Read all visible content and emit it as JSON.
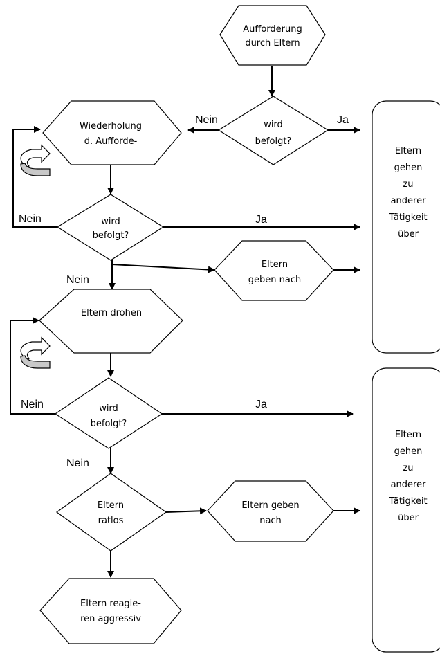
{
  "nodes": {
    "start": [
      "Aufforderung",
      "durch Eltern"
    ],
    "decision1": [
      "wird",
      "befolgt?"
    ],
    "repeat": [
      "Wiederholung",
      "d. Aufforde-"
    ],
    "decision2": [
      "wird",
      "befolgt?"
    ],
    "give_in1": [
      "Eltern",
      "geben nach"
    ],
    "threaten": [
      "Eltern drohen"
    ],
    "decision3": [
      "wird",
      "befolgt?"
    ],
    "helpless": [
      "Eltern",
      "ratlos"
    ],
    "give_in2": [
      "Eltern geben",
      "nach"
    ],
    "aggressive": [
      "Eltern reagie-",
      "ren aggressiv"
    ],
    "box1": [
      "Eltern",
      "gehen",
      "zu",
      "anderer",
      "Tätigkeit",
      "über"
    ],
    "box2": [
      "Eltern",
      "gehen",
      "zu",
      "anderer",
      "Tätigkeit",
      "über"
    ]
  },
  "edge_labels": {
    "d1_no": "Nein",
    "d1_yes": "Ja",
    "d2_no_loop": "Nein",
    "d2_yes": "Ja",
    "d2_no_down": "Nein",
    "d3_no_loop": "Nein",
    "d3_yes": "Ja",
    "d3_no_down": "Nein"
  }
}
